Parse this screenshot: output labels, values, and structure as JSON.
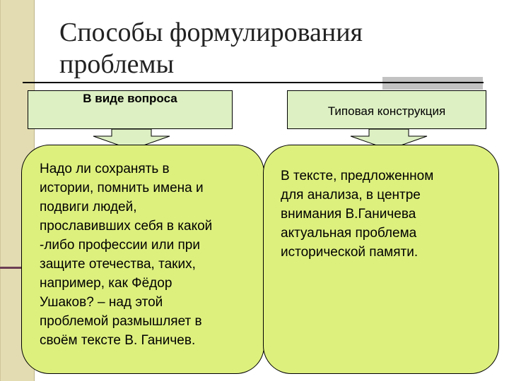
{
  "slide": {
    "title": "Способы формулирования\nпроблемы",
    "left_column": {
      "header": "В виде вопроса",
      "body": "Надо ли сохранять в\nистории, помнить имена и\nподвиги людей,\nпрославивших себя в какой\n-либо профессии или при\nзащите отечества, таких,\nнапример, как Фёдор\nУшаков? – над этой\nпроблемой размышляет в\nсвоём тексте В. Ганичев."
    },
    "right_column": {
      "header": "Типовая конструкция",
      "body": "В тексте, предложенном\nдля анализа, в центре\nвнимания В.Ганичева\nактуальная проблема\nисторической памяти."
    }
  },
  "colors": {
    "header_fill": "#ddf0c3",
    "body_fill": "#ddf07e",
    "left_bar": "#e3dcb2",
    "accent_square": "#c2c2c2",
    "side_accent": "#6b3e54"
  }
}
